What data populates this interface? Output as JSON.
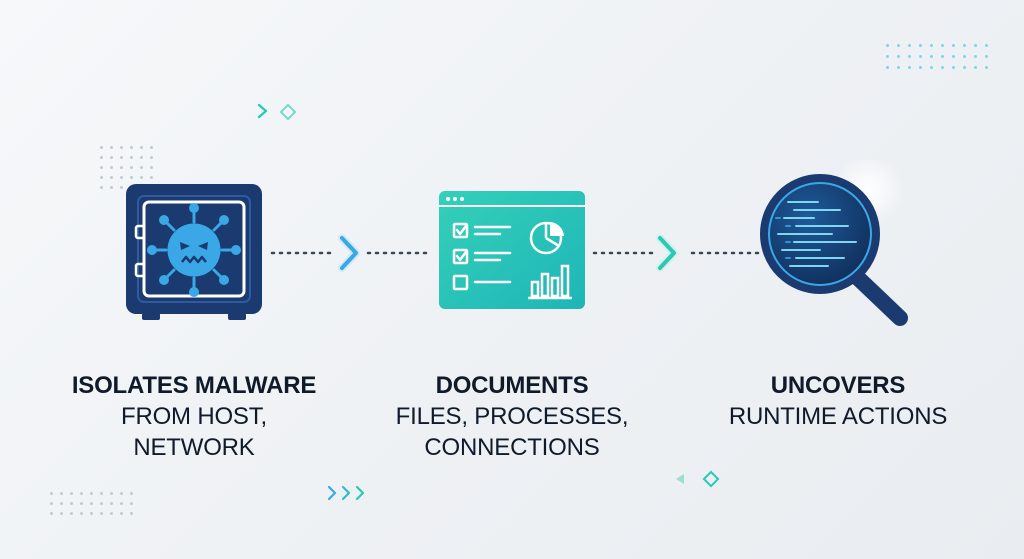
{
  "steps": [
    {
      "bold": "ISOLATES MALWARE",
      "lines": [
        "FROM HOST,",
        "NETWORK"
      ],
      "icon": "malware-safe-icon"
    },
    {
      "bold": "DOCUMENTS",
      "lines": [
        "FILES, PROCESSES,",
        "CONNECTIONS"
      ],
      "icon": "report-dashboard-icon"
    },
    {
      "bold": "UNCOVERS",
      "lines": [
        "RUNTIME ACTIONS"
      ],
      "icon": "magnifier-code-icon"
    }
  ],
  "colors": {
    "navy": "#1b3a70",
    "blue": "#3aa8e6",
    "teal": "#29c9b4",
    "text": "#0f1a2a"
  }
}
